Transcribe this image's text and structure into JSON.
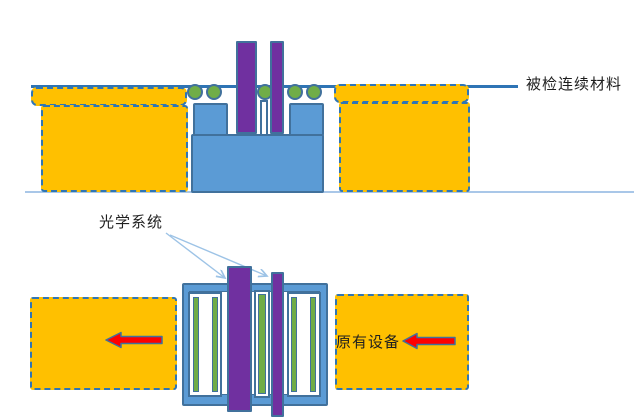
{
  "diagram": {
    "top_view": {
      "material_label": "被检连续材料"
    },
    "bottom_view": {
      "optics_label": "光学系统",
      "equipment_label": "原有设备"
    }
  },
  "colors": {
    "equipment_fill": "#FFC000",
    "dashed_border": "#2E75B6",
    "device_fill": "#5B9BD5",
    "device_border": "#41719C",
    "sensor_purple": "#7030A0",
    "optics_green": "#70AD47",
    "flow_arrow_red": "#FF0000",
    "leader_line": "#9DC3E6",
    "material_line": "#2E74B5"
  }
}
